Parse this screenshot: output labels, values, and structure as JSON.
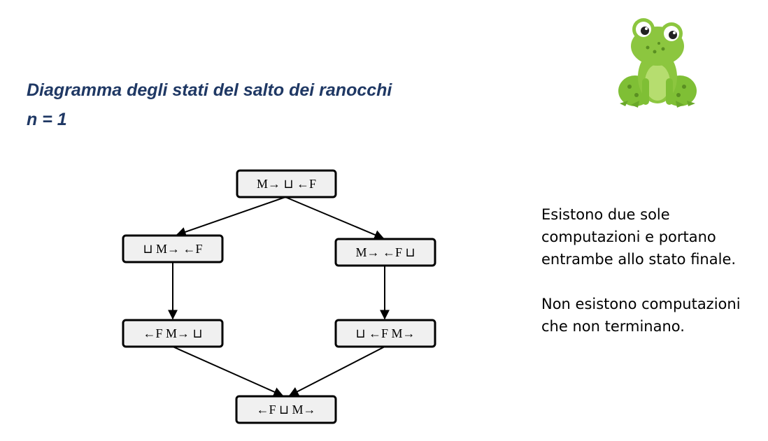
{
  "title": {
    "line1": "Diagramma degli stati del salto dei ranocchi",
    "line2": "n = 1"
  },
  "diagram": {
    "nodes": [
      {
        "id": "start",
        "label": "M→ ⊔ ←F"
      },
      {
        "id": "left1",
        "label": "⊔  M→ ←F"
      },
      {
        "id": "right1",
        "label": "M→  ←F  ⊔"
      },
      {
        "id": "left2",
        "label": "←F   M→  ⊔"
      },
      {
        "id": "right2",
        "label": "⊔  ←F   M→"
      },
      {
        "id": "final",
        "label": "←F ⊔ M→"
      }
    ],
    "edges": [
      {
        "from": "start",
        "to": "left1"
      },
      {
        "from": "start",
        "to": "right1"
      },
      {
        "from": "left1",
        "to": "left2"
      },
      {
        "from": "right1",
        "to": "right2"
      },
      {
        "from": "left2",
        "to": "final"
      },
      {
        "from": "right2",
        "to": "final"
      }
    ]
  },
  "notes": {
    "paragraph1": "Esistono due sole computazioni e portano entrambe allo stato finale.",
    "paragraph2": "Non esistono computazioni che non terminano."
  },
  "colors": {
    "title": "#1f3864",
    "frog_body": "#8cc63f",
    "node_fill": "#f0f0f0"
  },
  "icons": {
    "frog": "frog-icon"
  }
}
